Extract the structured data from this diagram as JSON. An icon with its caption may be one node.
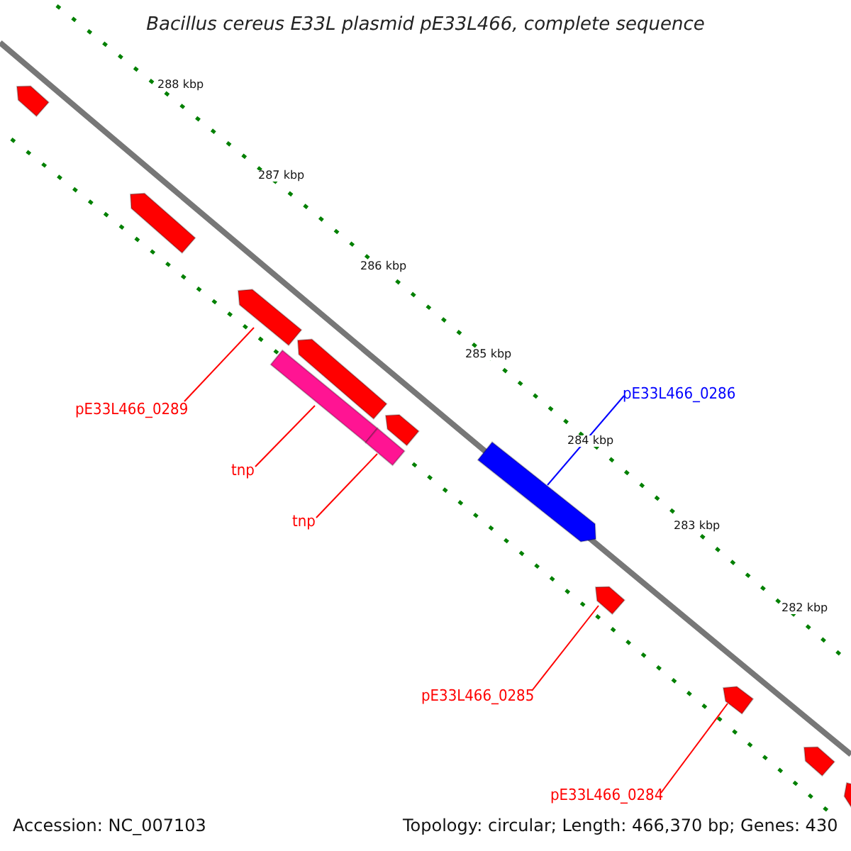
{
  "diagram": {
    "title": "Bacillus cereus E33L plasmid pE33L466, complete sequence",
    "nodes": [
      {
        "text": [],
        "shape": "arrow"
      },
      {
        "text": [],
        "shape": "arrow"
      },
      {
        "text": [],
        "shape": "arrow"
      },
      {
        "text": [],
        "shape": "arrow"
      },
      {
        "text": [],
        "shape": "arrow"
      },
      {
        "text": [],
        "shape": "bar"
      },
      {
        "text": [],
        "shape": "bar"
      },
      {
        "text": [],
        "shape": "arrow"
      },
      {
        "text": [],
        "shape": "arrow"
      },
      {
        "text": [],
        "shape": "arrow"
      },
      {
        "text": [],
        "shape": "arrow"
      },
      {
        "text": [],
        "shape": "arrow"
      },
      {
        "text": [
          "pE33L466_0289"
        ]
      },
      {
        "text": [
          "tnp"
        ]
      },
      {
        "text": [
          "tnp"
        ]
      },
      {
        "text": [
          "pE33L466_0286"
        ]
      },
      {
        "text": [
          "pE33L466_0285"
        ]
      },
      {
        "text": [
          "pE33L466_0284"
        ]
      }
    ],
    "edges": [
      {
        "from": 12,
        "to": 2,
        "arrow": "none"
      },
      {
        "from": 13,
        "to": 5,
        "arrow": "none"
      },
      {
        "from": 14,
        "to": 6,
        "arrow": "none"
      },
      {
        "from": 15,
        "to": 7,
        "arrow": "none",
        "color": "#0000ff"
      },
      {
        "from": 16,
        "to": 8,
        "arrow": "none"
      },
      {
        "from": 17,
        "to": 9,
        "arrow": "none"
      }
    ],
    "labels": [
      "288 kbp",
      "287 kbp",
      "286 kbp",
      "285 kbp",
      "284 kbp",
      "283 kbp",
      "282 kbp",
      "Accession: NC_007103",
      "Topology: circular; Length: 466,370 bp; Genes: 430"
    ]
  }
}
